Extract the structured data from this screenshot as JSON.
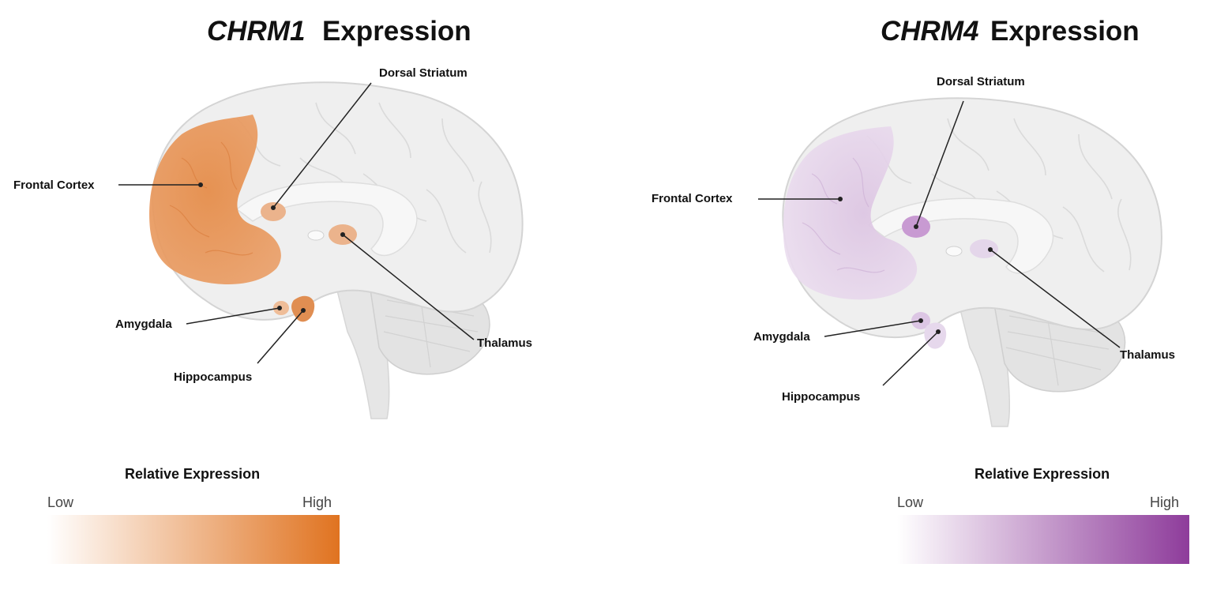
{
  "panels": [
    {
      "gene": "CHRM1",
      "title_suffix": "Expression",
      "accent": "#e07320",
      "labels": {
        "frontal_cortex": "Frontal Cortex",
        "dorsal_striatum": "Dorsal Striatum",
        "thalamus": "Thalamus",
        "amygdala": "Amygdala",
        "hippocampus": "Hippocampus"
      },
      "region_expression": {
        "frontal_cortex": 0.55,
        "dorsal_striatum": 0.35,
        "thalamus": 0.35,
        "amygdala": 0.3,
        "hippocampus": 0.6
      },
      "legend": {
        "title": "Relative Expression",
        "low": "Low",
        "high": "High",
        "low_color": "#ffffff",
        "high_color": "#e07320"
      }
    },
    {
      "gene": "CHRM4",
      "title_suffix": "Expression",
      "accent": "#8e3c9b",
      "labels": {
        "frontal_cortex": "Frontal Cortex",
        "dorsal_striatum": "Dorsal Striatum",
        "thalamus": "Thalamus",
        "amygdala": "Amygdala",
        "hippocampus": "Hippocampus"
      },
      "region_expression": {
        "frontal_cortex": 0.25,
        "dorsal_striatum": 0.45,
        "thalamus": 0.15,
        "amygdala": 0.25,
        "hippocampus": 0.15
      },
      "legend": {
        "title": "Relative Expression",
        "low": "Low",
        "high": "High",
        "low_color": "#ffffff",
        "high_color": "#8e3c9b"
      }
    }
  ]
}
